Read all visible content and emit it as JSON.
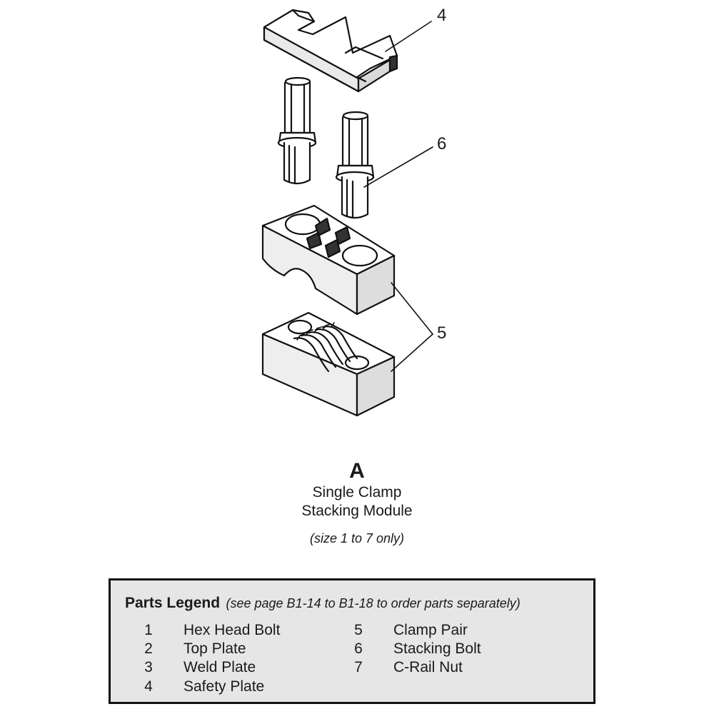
{
  "callouts": {
    "four": "4",
    "six": "6",
    "five": "5"
  },
  "caption": {
    "letter": "A",
    "line1": "Single Clamp",
    "line2": "Stacking Module",
    "note": "(size 1 to 7 only)"
  },
  "legend": {
    "title": "Parts Legend",
    "note": "(see page B1-14 to B1-18 to order parts separately)",
    "items": [
      {
        "num": "1",
        "name": "Hex Head Bolt"
      },
      {
        "num": "2",
        "name": "Top Plate"
      },
      {
        "num": "3",
        "name": "Weld Plate"
      },
      {
        "num": "4",
        "name": "Safety Plate"
      },
      {
        "num": "5",
        "name": "Clamp Pair"
      },
      {
        "num": "6",
        "name": "Stacking Bolt"
      },
      {
        "num": "7",
        "name": "C-Rail Nut"
      }
    ]
  }
}
